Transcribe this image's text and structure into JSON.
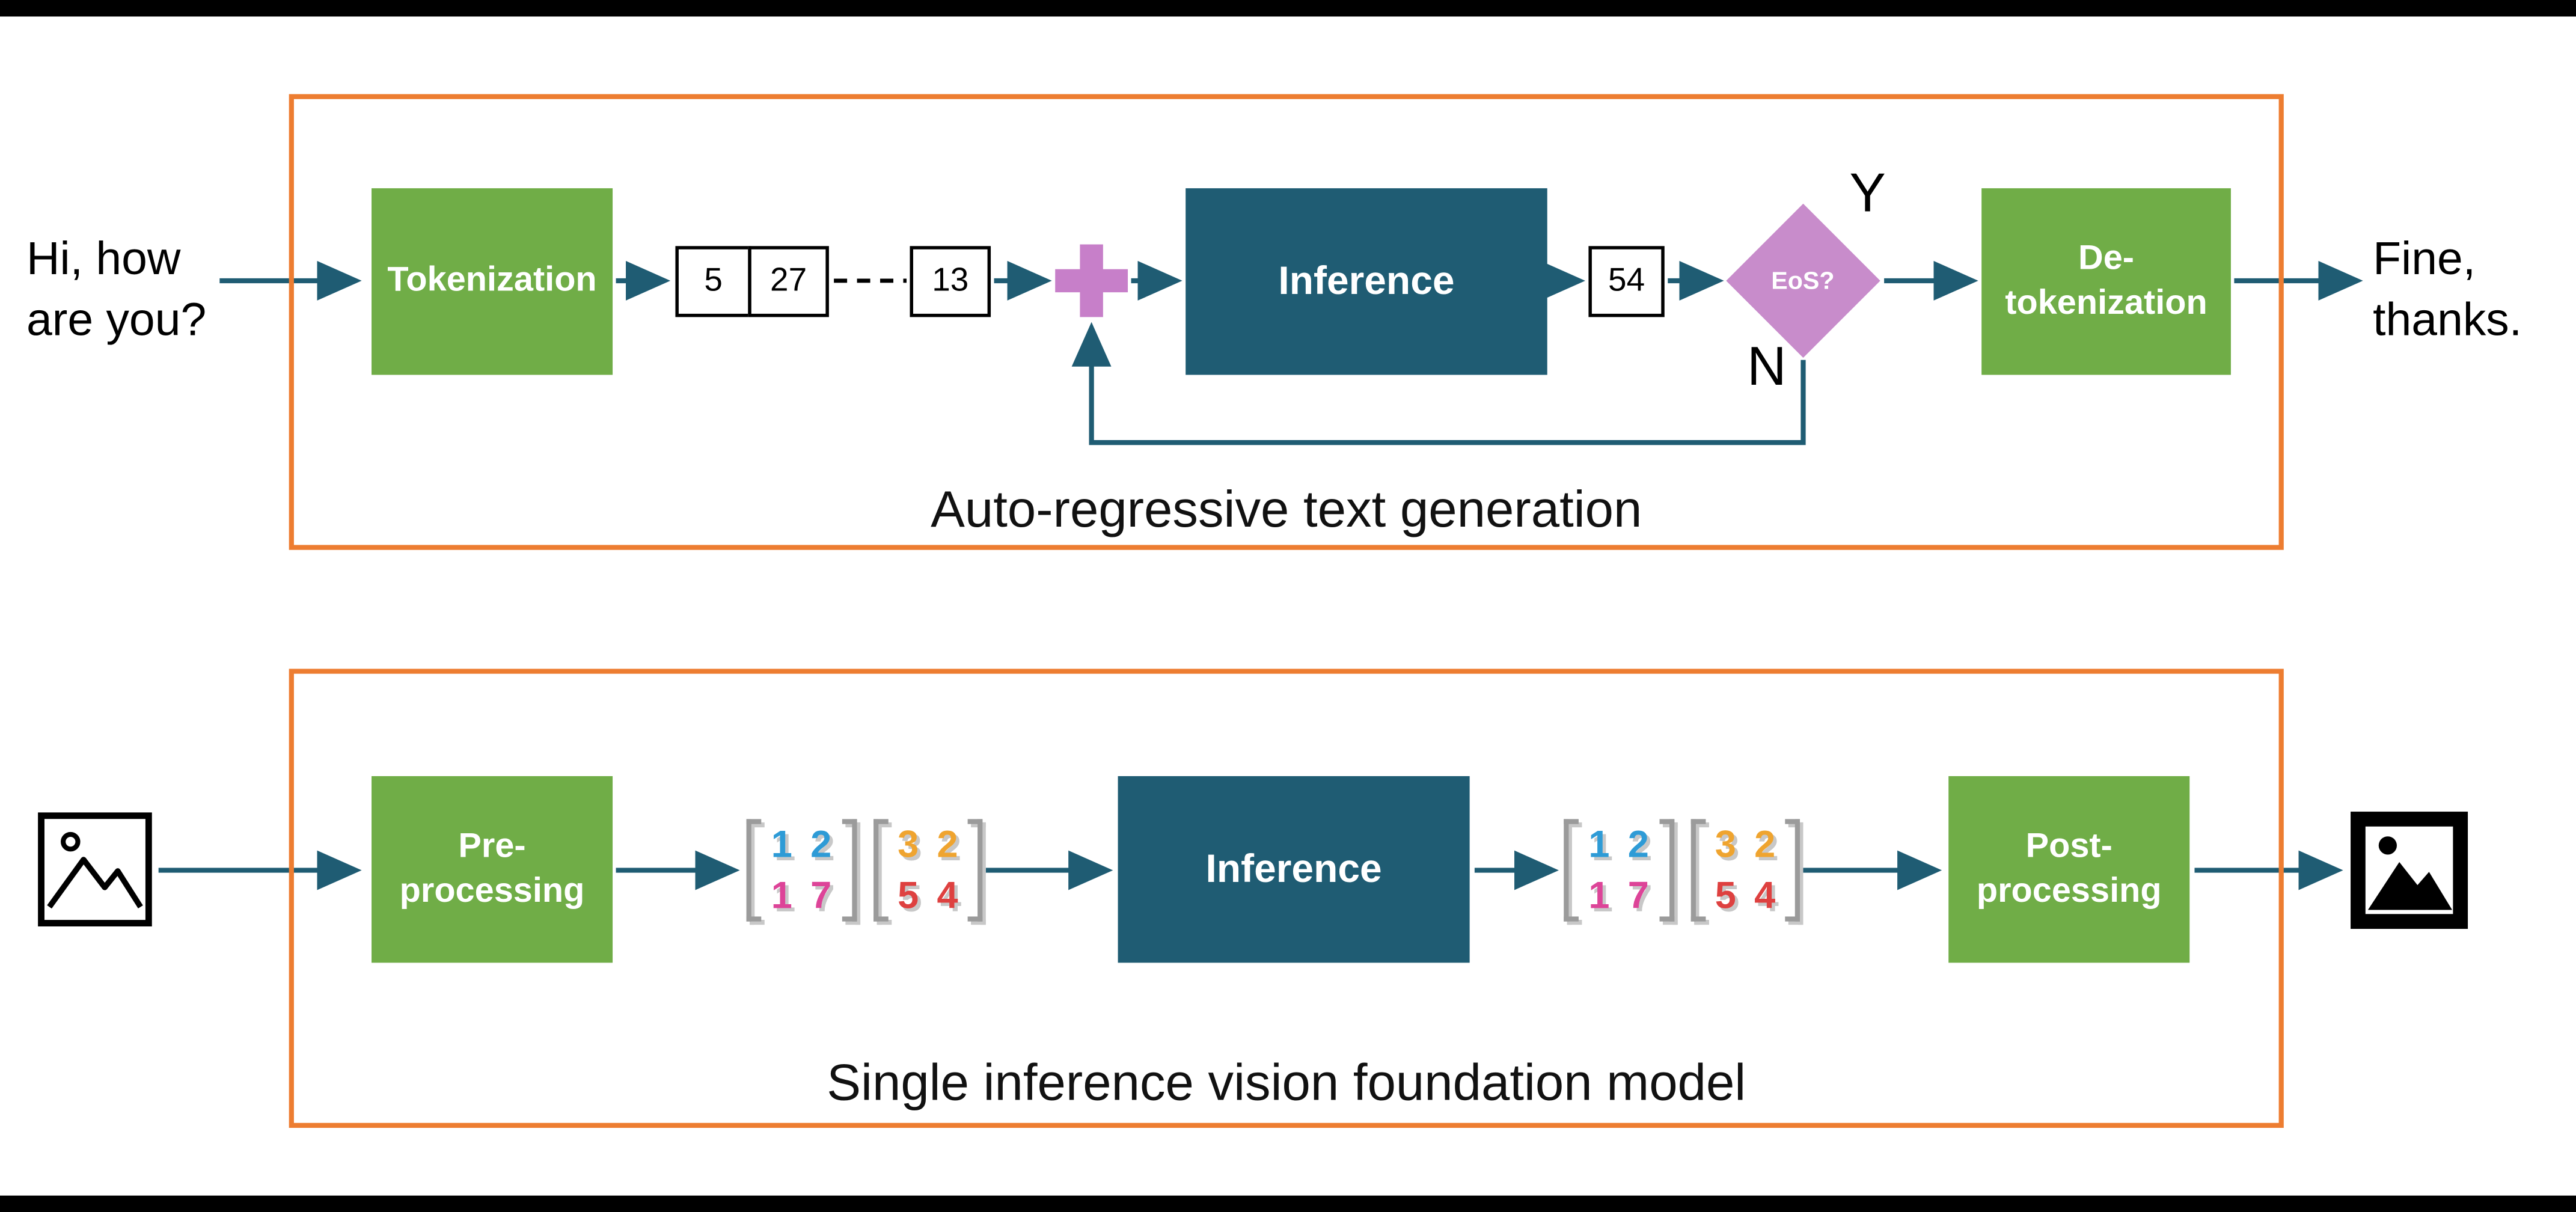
{
  "slide": {
    "background": "#FFFFFF",
    "bar_color": "#000000"
  },
  "colors": {
    "green_box": "#70AD47",
    "teal_box": "#1F5C73",
    "arrow": "#1F5C73",
    "frame_orange": "#ED7D31",
    "plum": "#C77FC9",
    "matrix_blue": "#2E9BD6",
    "matrix_pink": "#DD4498",
    "matrix_orange": "#EFA42F",
    "matrix_red": "#DE4140",
    "bracket_gray": "#9B9B9B"
  },
  "top": {
    "caption": "Auto-regressive text generation",
    "input_line1": "Hi, how",
    "input_line2": "are you?",
    "tokenization_label": "Tokenization",
    "token_1": "5",
    "token_2": "27",
    "token_3": "13",
    "inference_label": "Inference",
    "generated_token": "54",
    "eos_label": "EoS?",
    "branch_yes": "Y",
    "branch_no": "N",
    "detokenization_line1": "De-",
    "detokenization_line2": "tokenization",
    "output_line1": "Fine,",
    "output_line2": "thanks."
  },
  "bottom": {
    "caption": "Single inference vision foundation model",
    "preprocessing_line1": "Pre-",
    "preprocessing_line2": "processing",
    "inference_label": "Inference",
    "postprocessing_line1": "Post-",
    "postprocessing_line2": "processing",
    "matrix": {
      "left": {
        "r1": [
          "1",
          "2"
        ],
        "r2": [
          "1",
          "7"
        ]
      },
      "right": {
        "r1": [
          "3",
          "2"
        ],
        "r2": [
          "5",
          "4"
        ]
      }
    }
  }
}
